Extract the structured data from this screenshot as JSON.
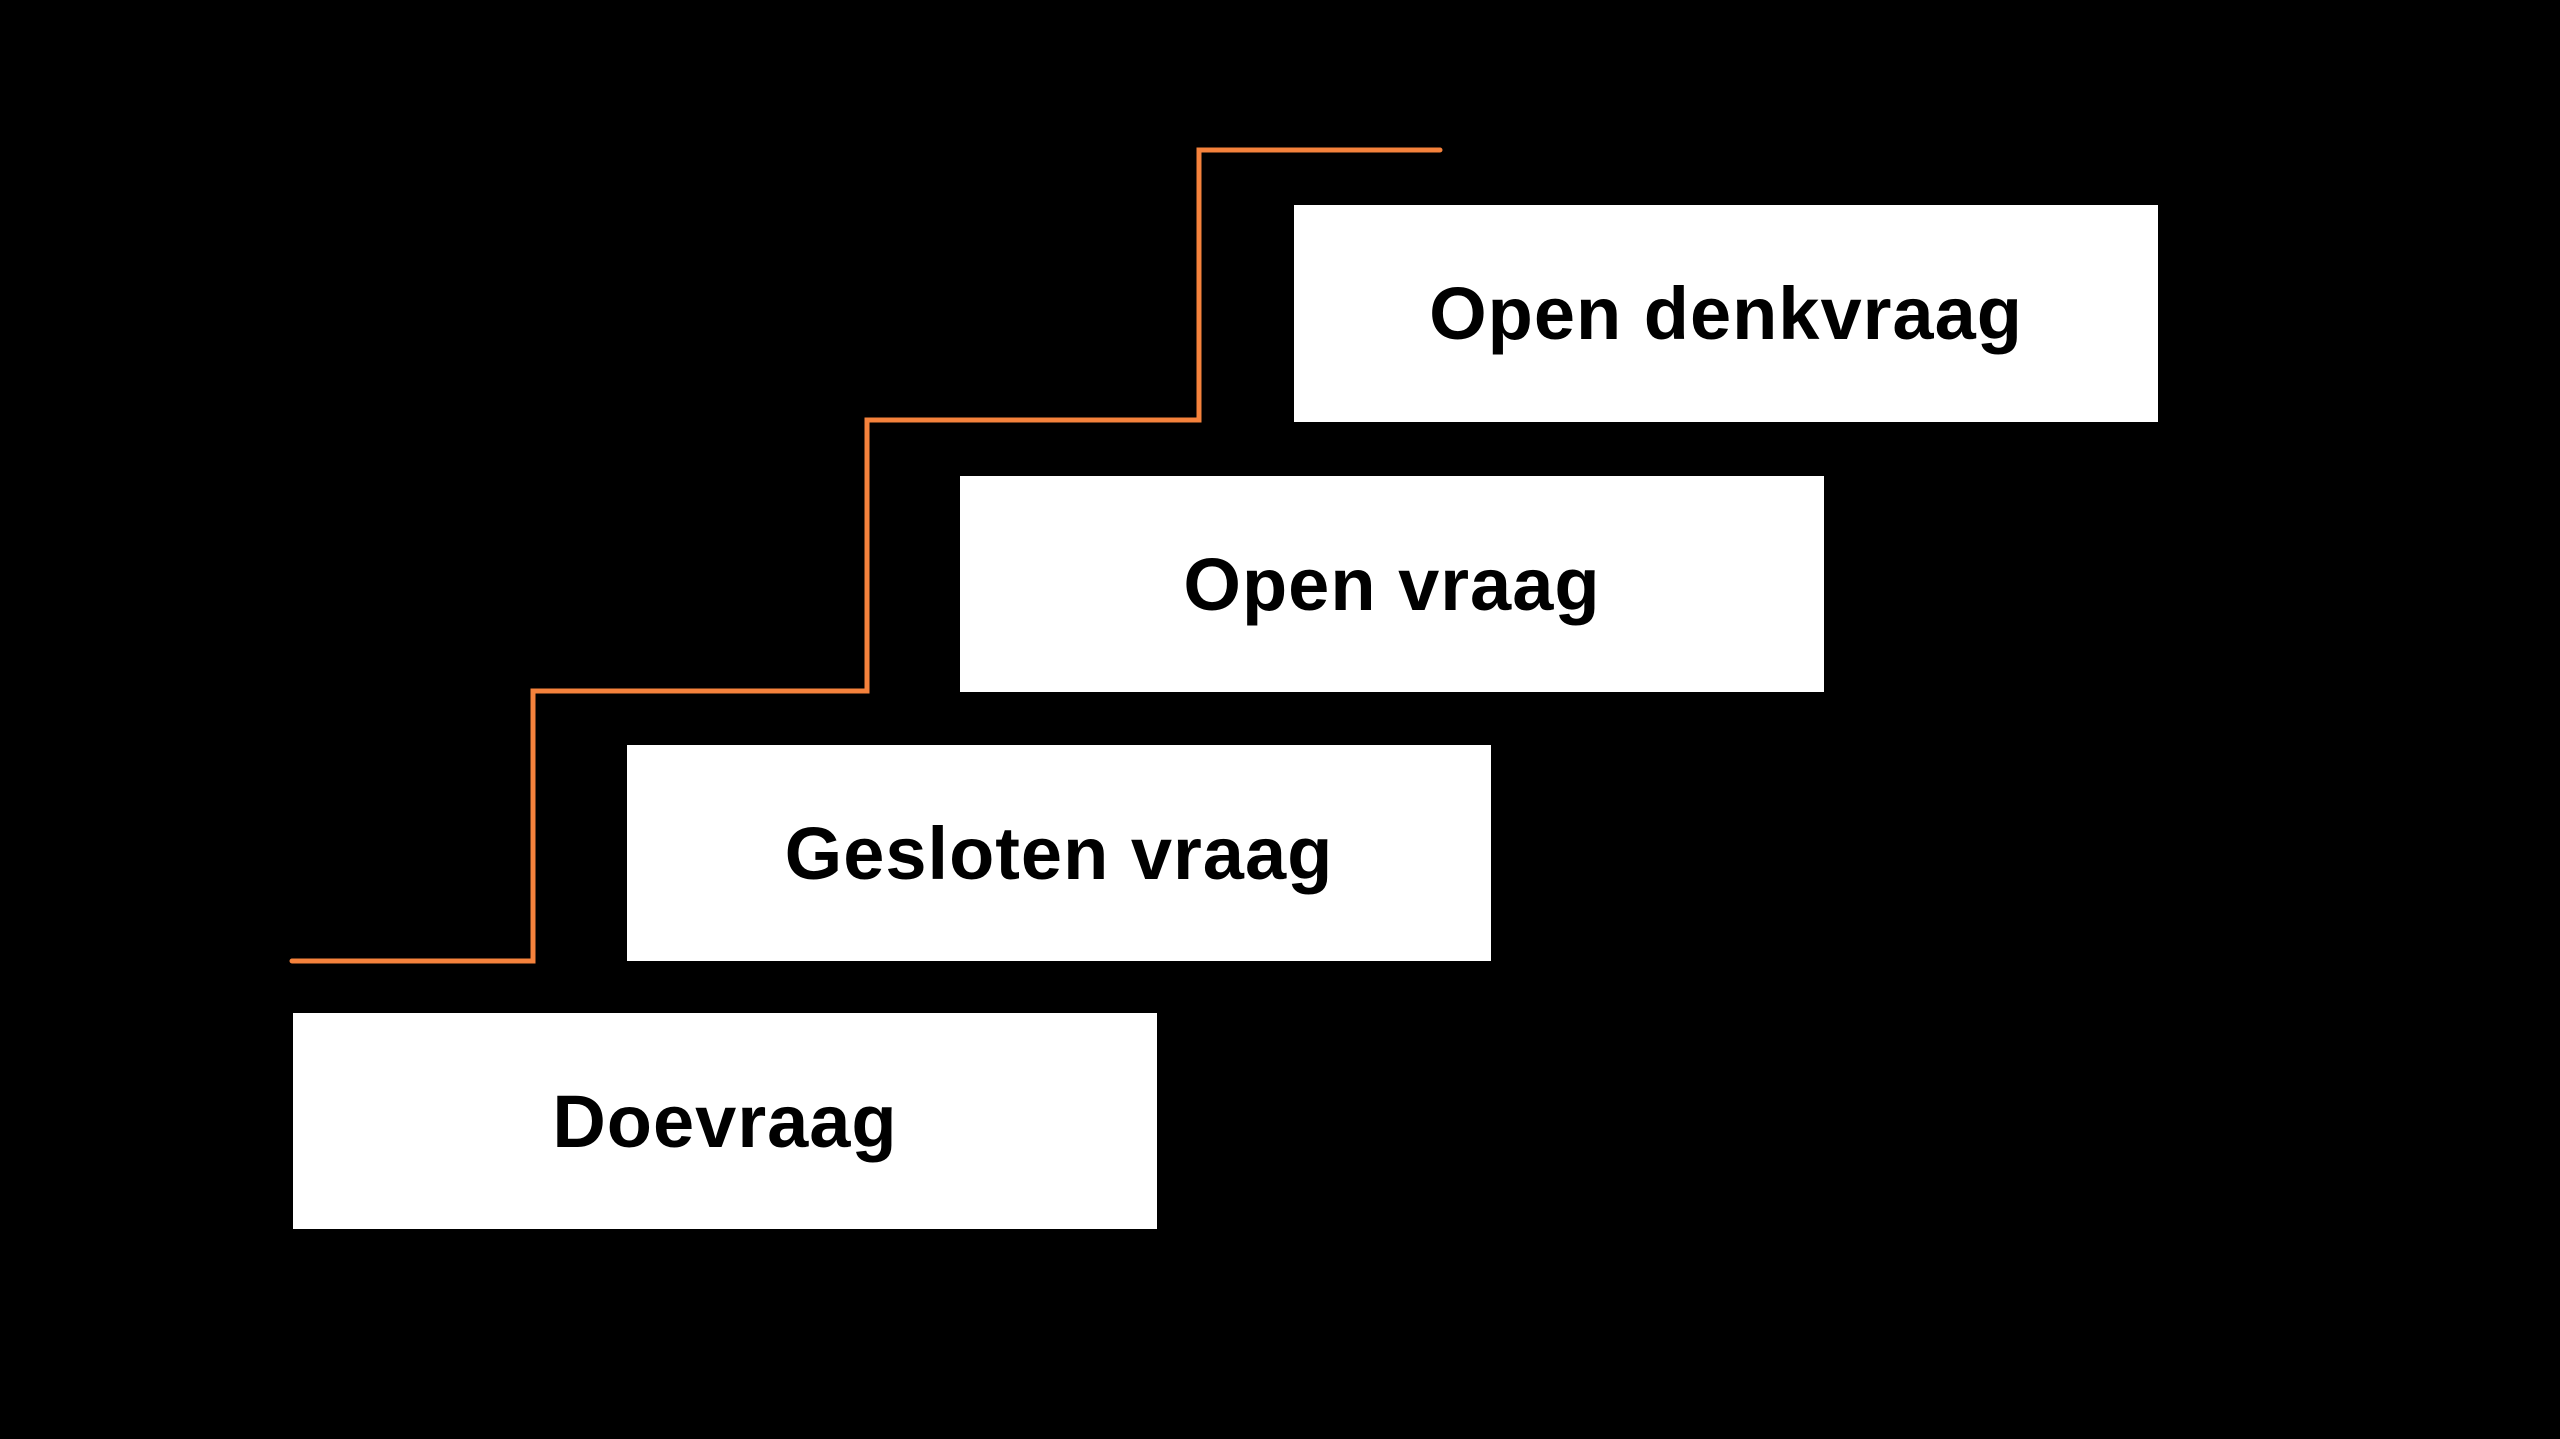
{
  "diagram": {
    "colors": {
      "background": "#000000",
      "line": "#F5823C",
      "box_fill": "#FFFFFF",
      "text": "#000000"
    },
    "steps": [
      {
        "label": "Doevraag"
      },
      {
        "label": "Gesloten vraag"
      },
      {
        "label": "Open vraag"
      },
      {
        "label": "Open denkvraag"
      }
    ]
  }
}
